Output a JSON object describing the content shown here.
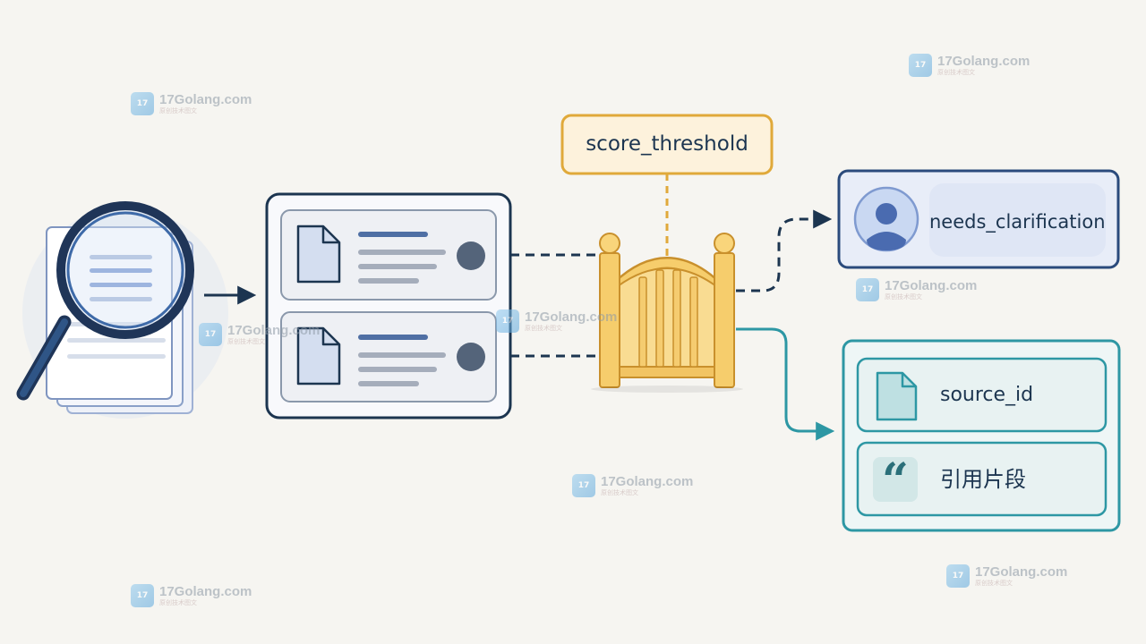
{
  "gate": {
    "threshold_label": "score_threshold"
  },
  "outputs": {
    "clarify_label": "needs_clarification",
    "source_label": "source_id",
    "snippet_label": "引用片段"
  },
  "watermark": {
    "name": "17Golang.com",
    "sub": "原创技术图文",
    "logo_text": "17"
  },
  "colors": {
    "navy": "#1c3550",
    "gold": "#e0a93a",
    "teal": "#2d97a4",
    "clarify_blue": "#4a6bb0"
  }
}
